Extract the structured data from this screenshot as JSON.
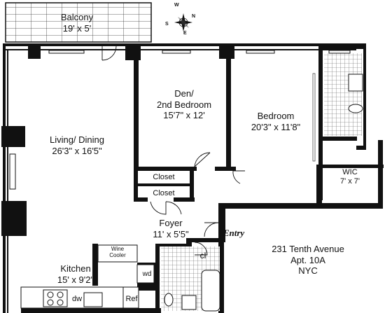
{
  "compass": {
    "n": "N",
    "s": "S",
    "e": "E",
    "w": "W"
  },
  "rooms": {
    "balcony": {
      "name": "Balcony",
      "size": "19' x 5'"
    },
    "living": {
      "name": "Living/ Dining",
      "size": "26'3\" x 16'5\""
    },
    "den": {
      "name_line1": "Den/",
      "name_line2": "2nd Bedroom",
      "size": "15'7\" x 12'"
    },
    "bedroom": {
      "name": "Bedroom",
      "size": "20'3\" x 11'8\""
    },
    "wic": {
      "name": "WIC",
      "size": "7' x 7'"
    },
    "closet1": {
      "name": "Closet"
    },
    "closet2": {
      "name": "Closet"
    },
    "foyer": {
      "name": "Foyer",
      "size": "11' x 5'5\""
    },
    "entry": {
      "name": "Entry"
    },
    "cl": {
      "name": "cl"
    },
    "kitchen": {
      "name": "Kitchen",
      "size": "15' x 9'2\""
    },
    "wine": {
      "line1": "Wine",
      "line2": "Cooler"
    },
    "wdf": {
      "name": "wd"
    },
    "dw": {
      "name": "dw"
    },
    "ref": {
      "name": "Ref"
    }
  },
  "address": {
    "street": "231 Tenth Avenue",
    "unit": "Apt. 10A",
    "city": "NYC"
  }
}
